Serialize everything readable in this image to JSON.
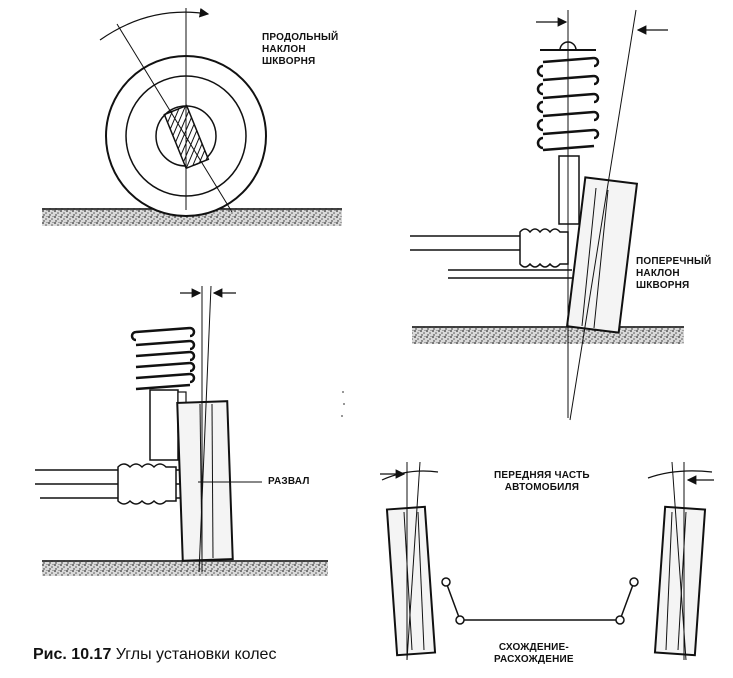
{
  "labels": {
    "caster": [
      "ПРОДОЛЬНЫЙ",
      "НАКЛОН",
      "ШКВОРНЯ"
    ],
    "camber": "РАЗВАЛ",
    "kingpin": [
      "ПОПЕРЕЧНЫЙ",
      "НАКЛОН",
      "ШКВОРНЯ"
    ],
    "front": [
      "ПЕРЕДНЯЯ ЧАСТЬ",
      "АВТОМОБИЛЯ"
    ],
    "toe": [
      "СХОЖДЕНИЕ-",
      "РАСХОЖДЕНИЕ"
    ]
  },
  "caption": {
    "number": "Рис. 10.17",
    "text": "Углы установки колес"
  },
  "colors": {
    "ink": "#111111",
    "ground": "#444444",
    "tire": "#f2f2f2"
  }
}
